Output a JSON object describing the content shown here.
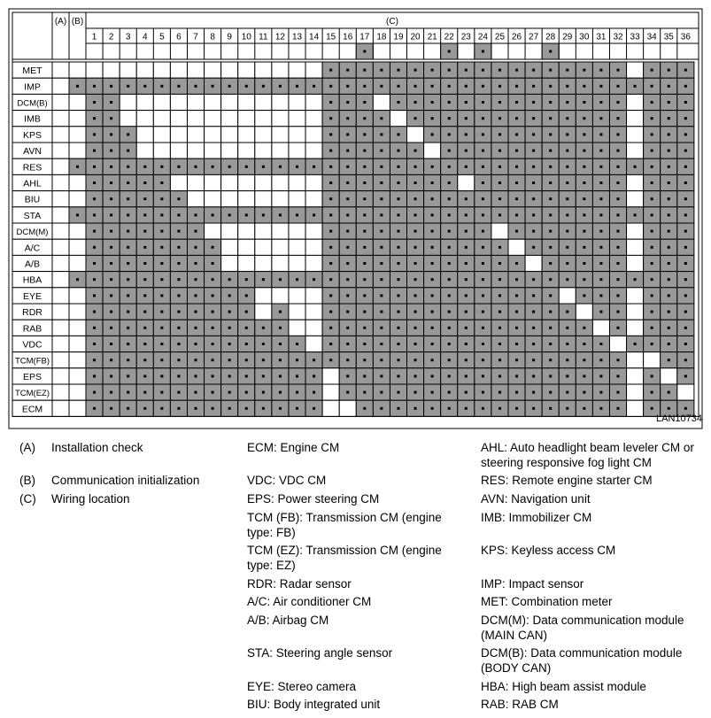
{
  "figure_id": "LAN10734",
  "column_headers": {
    "a": "(A)",
    "b": "(B)",
    "c": "(C)"
  },
  "wiring_columns": [
    "1",
    "2",
    "3",
    "4",
    "5",
    "6",
    "7",
    "8",
    "9",
    "10",
    "11",
    "12",
    "13",
    "14",
    "15",
    "16",
    "17",
    "18",
    "19",
    "20",
    "21",
    "22",
    "23",
    "24",
    "25",
    "26",
    "27",
    "28",
    "29",
    "30",
    "31",
    "32",
    "33",
    "34",
    "35",
    "36"
  ],
  "marked_header_cells": [
    17,
    22,
    24,
    28
  ],
  "rows": [
    {
      "label": "MET",
      "a": "white",
      "b": "white",
      "white_cols": [
        1,
        2,
        3,
        4,
        5,
        6,
        7,
        8,
        9,
        10,
        11,
        12,
        13,
        14,
        33
      ]
    },
    {
      "label": "IMP",
      "a": "white",
      "b": "grey",
      "white_cols": []
    },
    {
      "label": "DCM(B)",
      "a": "white",
      "b": "white",
      "white_cols": [
        3,
        4,
        5,
        6,
        7,
        8,
        9,
        10,
        11,
        12,
        13,
        14,
        18,
        33
      ]
    },
    {
      "label": "IMB",
      "a": "white",
      "b": "white",
      "white_cols": [
        3,
        4,
        5,
        6,
        7,
        8,
        9,
        10,
        11,
        12,
        13,
        14,
        19,
        33
      ]
    },
    {
      "label": "KPS",
      "a": "white",
      "b": "white",
      "white_cols": [
        4,
        5,
        6,
        7,
        8,
        9,
        10,
        11,
        12,
        13,
        14,
        20,
        33
      ]
    },
    {
      "label": "AVN",
      "a": "white",
      "b": "white",
      "white_cols": [
        4,
        5,
        6,
        7,
        8,
        9,
        10,
        11,
        12,
        13,
        14,
        21,
        33
      ]
    },
    {
      "label": "RES",
      "a": "white",
      "b": "grey",
      "white_cols": []
    },
    {
      "label": "AHL",
      "a": "white",
      "b": "white",
      "white_cols": [
        6,
        7,
        8,
        9,
        10,
        11,
        12,
        13,
        14,
        23,
        33
      ]
    },
    {
      "label": "BIU",
      "a": "white",
      "b": "white",
      "white_cols": [
        7,
        8,
        9,
        10,
        11,
        12,
        13,
        14,
        33
      ]
    },
    {
      "label": "STA",
      "a": "white",
      "b": "grey",
      "white_cols": []
    },
    {
      "label": "DCM(M)",
      "a": "white",
      "b": "white",
      "white_cols": [
        8,
        9,
        10,
        11,
        12,
        13,
        14,
        25,
        33
      ]
    },
    {
      "label": "A/C",
      "a": "white",
      "b": "white",
      "white_cols": [
        9,
        10,
        11,
        12,
        13,
        14,
        26,
        33
      ]
    },
    {
      "label": "A/B",
      "a": "white",
      "b": "white",
      "white_cols": [
        9,
        10,
        11,
        12,
        13,
        14,
        27,
        33
      ]
    },
    {
      "label": "HBA",
      "a": "white",
      "b": "grey",
      "white_cols": []
    },
    {
      "label": "EYE",
      "a": "white",
      "b": "white",
      "white_cols": [
        11,
        12,
        13,
        14,
        29,
        33
      ]
    },
    {
      "label": "RDR",
      "a": "white",
      "b": "white",
      "white_cols": [
        11,
        13,
        14,
        30,
        33
      ]
    },
    {
      "label": "RAB",
      "a": "white",
      "b": "white",
      "white_cols": [
        13,
        14,
        31,
        33
      ]
    },
    {
      "label": "VDC",
      "a": "white",
      "b": "white",
      "white_cols": [
        14,
        32
      ]
    },
    {
      "label": "TCM(FB)",
      "a": "white",
      "b": "white",
      "white_cols": [
        33,
        34
      ]
    },
    {
      "label": "EPS",
      "a": "white",
      "b": "white",
      "white_cols": [
        15,
        33,
        35
      ]
    },
    {
      "label": "TCM(EZ)",
      "a": "white",
      "b": "white",
      "white_cols": [
        15,
        33,
        36
      ]
    },
    {
      "label": "ECM",
      "a": "white",
      "b": "white",
      "white_cols": [
        15,
        16,
        33
      ]
    }
  ],
  "colors": {
    "grey_cell": "#999999",
    "white_cell": "#ffffff",
    "grid_line": "#000000",
    "marker": "#000000"
  },
  "legend": {
    "keys": [
      {
        "key": "(A)",
        "text": "Installation check"
      },
      {
        "key": "(B)",
        "text": "Communication initialization"
      },
      {
        "key": "(C)",
        "text": "Wiring location"
      }
    ],
    "col2": [
      "ECM: Engine CM",
      "VDC: VDC CM",
      "EPS: Power steering CM",
      "TCM (FB): Transmission CM (engine type: FB)",
      "TCM (EZ): Transmission CM (engine type: EZ)",
      "RDR: Radar sensor",
      "A/C: Air conditioner CM",
      "A/B: Airbag CM",
      "STA: Steering angle sensor",
      "EYE: Stereo camera",
      "BIU: Body integrated unit"
    ],
    "col3": [
      "AHL: Auto headlight beam leveler CM or steering responsive fog light CM",
      "RES: Remote engine starter CM",
      "AVN: Navigation unit",
      "IMB: Immobilizer CM",
      "KPS: Keyless access CM",
      "IMP: Impact sensor",
      "MET: Combination meter",
      "DCM(M): Data communication module (MAIN CAN)",
      "DCM(B): Data communication module (BODY CAN)",
      "HBA: High beam assist module",
      "RAB: RAB CM"
    ]
  }
}
